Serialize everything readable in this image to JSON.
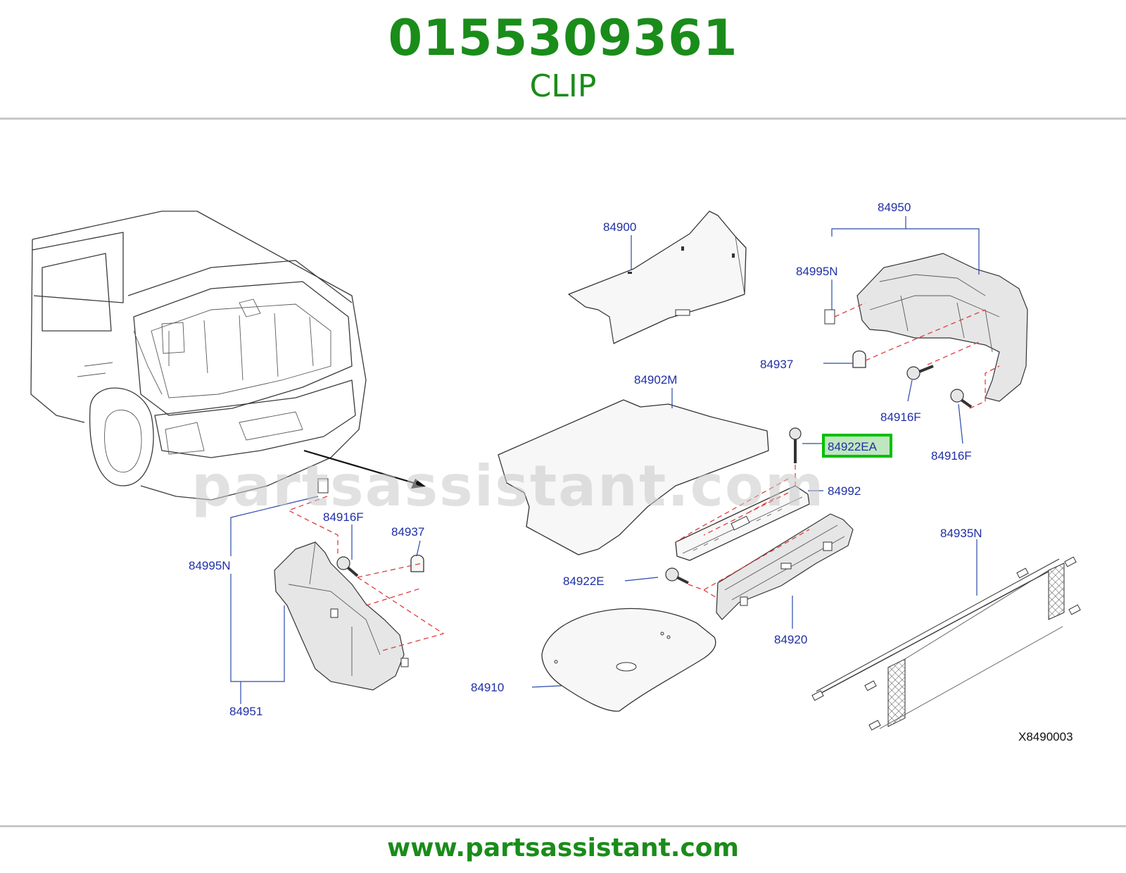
{
  "header": {
    "part_number": "0155309361",
    "part_name": "CLIP"
  },
  "footer": {
    "url": "www.partsassistant.com"
  },
  "diagram": {
    "watermark": "partsassistant.com",
    "drawing_code": "X8490003",
    "highlighted_callout": "84922EA",
    "highlight_color": "#00c000",
    "text_color": "#1a8c1a",
    "callout_color": "#1f2fa6",
    "leader_color": "#2a4aa8",
    "dash_color": "#e23c3c",
    "callouts": {
      "c84900": "84900",
      "c84950": "84950",
      "c84995N_right": "84995N",
      "c84937_right": "84937",
      "c84902M": "84902M",
      "c84916F_right1": "84916F",
      "c84922EA": "84922EA",
      "c84916F_right2": "84916F",
      "c84992": "84992",
      "c84916F_left": "84916F",
      "c84937_left": "84937",
      "c84995N_left": "84995N",
      "c84935N": "84935N",
      "c84922E": "84922E",
      "c84920": "84920",
      "c84910": "84910",
      "c84951": "84951"
    }
  }
}
